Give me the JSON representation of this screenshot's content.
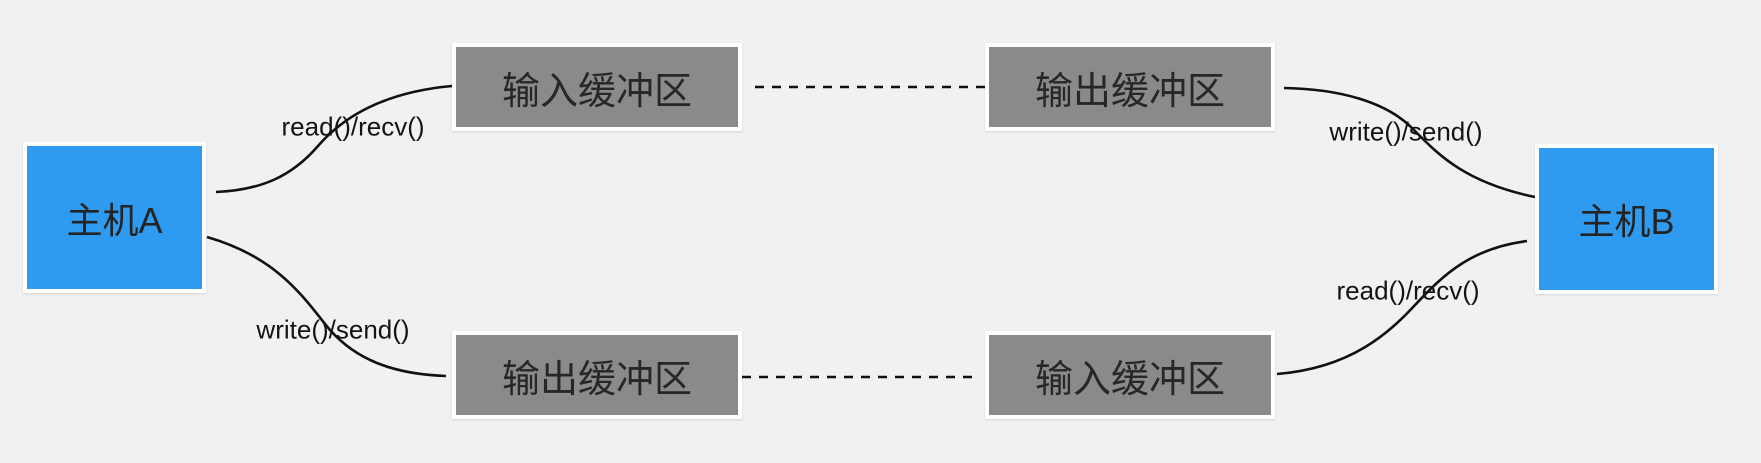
{
  "diagram": {
    "title": "TCP socket send/receive buffers between two hosts",
    "background_color": "#f1f1f2",
    "host_color": "#2e9af0",
    "buffer_color": "#8a8a8a",
    "arrow_color": "#111111",
    "nodes": {
      "host_a": {
        "label": "主机A",
        "type": "host"
      },
      "host_b": {
        "label": "主机B",
        "type": "host"
      },
      "in_buf_a": {
        "label": "输入缓冲区",
        "type": "buffer"
      },
      "out_buf_b": {
        "label": "输出缓冲区",
        "type": "buffer"
      },
      "out_buf_a": {
        "label": "输出缓冲区",
        "type": "buffer"
      },
      "in_buf_b": {
        "label": "输入缓冲区",
        "type": "buffer"
      }
    },
    "labels": {
      "read_recv_a": "read()/recv()",
      "write_send_a": "write()/send()",
      "write_send_b": "write()/send()",
      "read_recv_b": "read()/recv()"
    },
    "edges": [
      {
        "from": "out_buf_b",
        "to": "in_buf_a",
        "style": "dashed",
        "label": ""
      },
      {
        "from": "in_buf_a",
        "to": "host_a",
        "style": "solid",
        "label": "read()/recv()"
      },
      {
        "from": "host_a",
        "to": "out_buf_a",
        "style": "solid",
        "label": "write()/send()"
      },
      {
        "from": "out_buf_a",
        "to": "in_buf_b",
        "style": "dashed",
        "label": ""
      },
      {
        "from": "in_buf_b",
        "to": "host_b",
        "style": "solid",
        "label": "read()/recv()"
      },
      {
        "from": "host_b",
        "to": "out_buf_b",
        "style": "solid",
        "label": "write()/send()"
      }
    ]
  }
}
